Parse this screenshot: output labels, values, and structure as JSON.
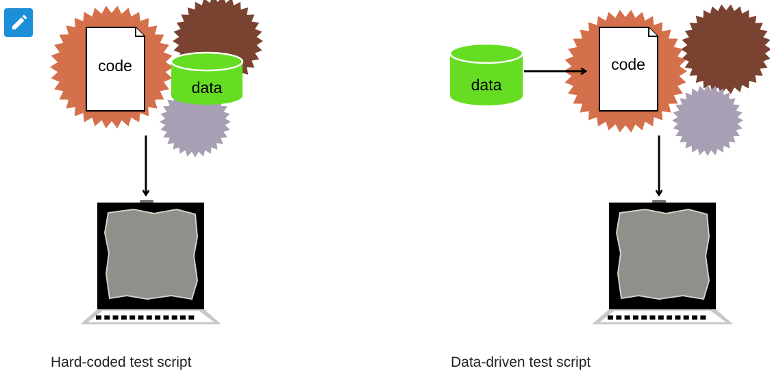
{
  "edit_icon": "pencil-icon",
  "colors": {
    "edit_button": "#1d8ed8",
    "gear_orange": "#d4704c",
    "gear_brown": "#7a4230",
    "gear_lavender": "#a89fb4",
    "data_green": "#66dd22",
    "screen_gray": "#8d918a"
  },
  "hard_coded": {
    "code_label": "code",
    "data_label": "data",
    "caption": "Hard-coded test script"
  },
  "data_driven": {
    "code_label": "code",
    "data_label": "data",
    "caption": "Data-driven test script"
  }
}
